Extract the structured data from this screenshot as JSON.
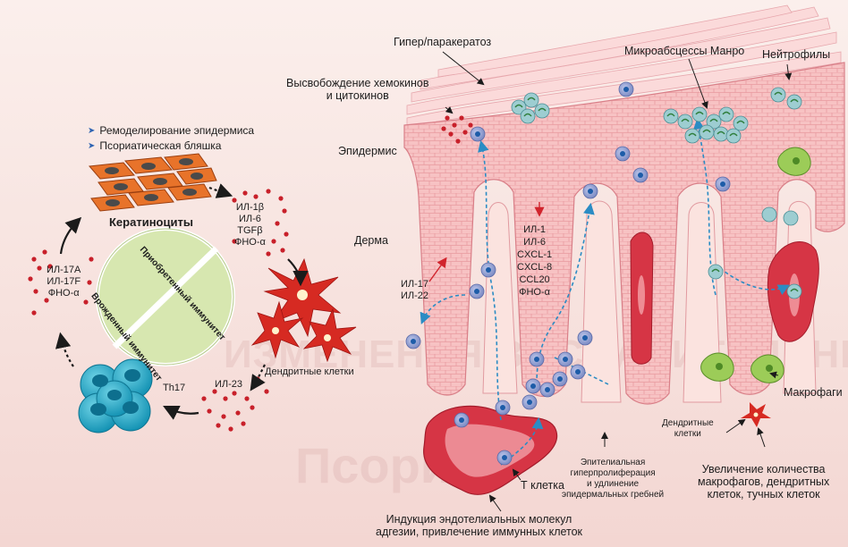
{
  "watermark": {
    "line1": "ИЗМЕНЕНИЯ ВОСПАЛИТЕЛЬНЫЙ ПРОЦЕСС",
    "line2": "Псориаз"
  },
  "bullets": [
    "Ремоделирование эпидермиса",
    "Псориатическая бляшка"
  ],
  "cycle": {
    "keratinocytes": "Кератиноциты",
    "innate": "Врожденный иммунитет",
    "adaptive": "Приобретенный иммунитет",
    "dendritic": "Дендритные клетки",
    "th17": "Th17",
    "il23": "ИЛ-23",
    "left_cytokines": [
      "ИЛ-17А",
      "ИЛ-17F",
      "ФНО-α"
    ],
    "right_cytokines": [
      "ИЛ-1β",
      "ИЛ-6",
      "TGFβ",
      "ФНО-α"
    ]
  },
  "skin": {
    "hyperparakeratosis": "Гипер/паракератоз",
    "release": [
      "Высвобождение хемокинов",
      "и цитокинов"
    ],
    "epidermis": "Эпидермис",
    "dermis": "Дерма",
    "il17_22": [
      "ИЛ-17",
      "ИЛ-22"
    ],
    "center_list": [
      "ИЛ-1",
      "ИЛ-6",
      "CXCL-1",
      "CXCL-8",
      "CCL20",
      "ФНО-α"
    ],
    "munro": "Микроабсцессы Манро",
    "neutrophils": "Нейтрофилы",
    "macrophages": "Макрофаги",
    "dendritic": [
      "Дендритные",
      "клетки"
    ],
    "increase": [
      "Увеличение количества",
      "макрофагов, дендритных",
      "клеток, тучных клеток"
    ],
    "tcell": "Т клетка",
    "epithelial": [
      "Эпителиальная",
      "гиперпролиферация",
      "и удлинение",
      "эпидермальных гребней"
    ],
    "induction": [
      "Индукция эндотелиальных молекул",
      "адгезии, привлечение иммунных клеток"
    ]
  },
  "colors": {
    "epidermis": "#f8c6c6",
    "dermis": "#fbe4e0",
    "vessel": "#d63545",
    "keratinocyte": "#e8732a",
    "dendritic": "#d62a22",
    "th17": "#1fa7c6",
    "immune_circle": "#d7e7b0",
    "cytokine": "#c8202a",
    "neutrophil": "#8fc4c8",
    "macrophage": "#8bc34a",
    "tcell": "#8f9ecf",
    "arrow_blue": "#2b8cc4"
  }
}
